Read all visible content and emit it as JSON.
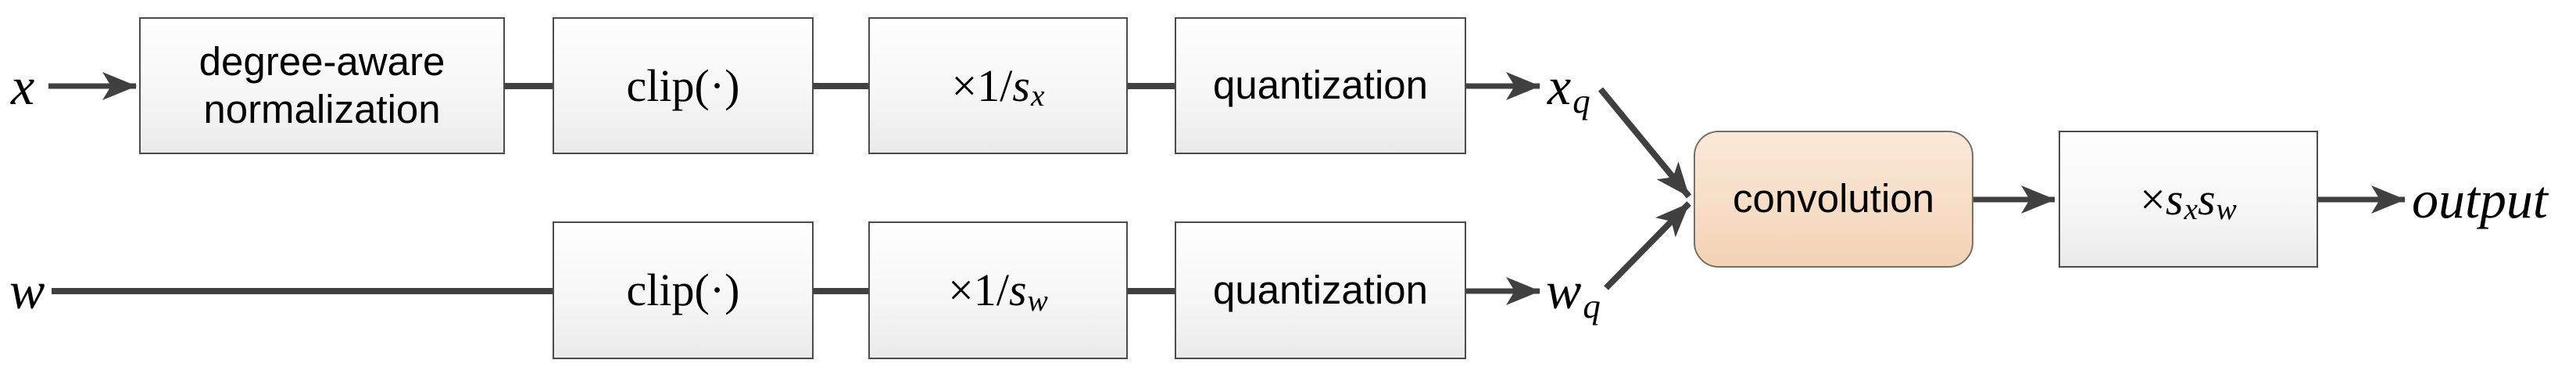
{
  "figure": {
    "description": "quantized convolution pipeline diagram"
  },
  "labels": {
    "input_x": "x",
    "input_w": "w",
    "xq": {
      "base": "x",
      "sub": "q"
    },
    "wq": {
      "base": "w",
      "sub": "q"
    },
    "output": "output"
  },
  "boxes": {
    "normalization": {
      "line1": "degree-aware",
      "line2": "normalization"
    },
    "clip": {
      "label": "clip(·)"
    },
    "scale_x": {
      "prefix": "×1/",
      "base": "s",
      "sub": "x"
    },
    "scale_w": {
      "prefix": "×1/",
      "base": "s",
      "sub": "w"
    },
    "quantization": {
      "label": "quantization"
    },
    "convolution": {
      "label": "convolution"
    },
    "rescale": {
      "prefix": "×",
      "base1": "s",
      "sub1": "x",
      "base2": "s",
      "sub2": "w"
    }
  },
  "colors": {
    "background": "#ffffff",
    "line": "#404040",
    "box_border": "#4c4c4c",
    "box_fill_top": "#fefefe",
    "box_fill_bottom": "#eaeaea",
    "convolution_border": "#757069",
    "convolution_fill_top": "#fbe9d8",
    "convolution_fill_bottom": "#f4d2b5",
    "text": "#000000"
  }
}
